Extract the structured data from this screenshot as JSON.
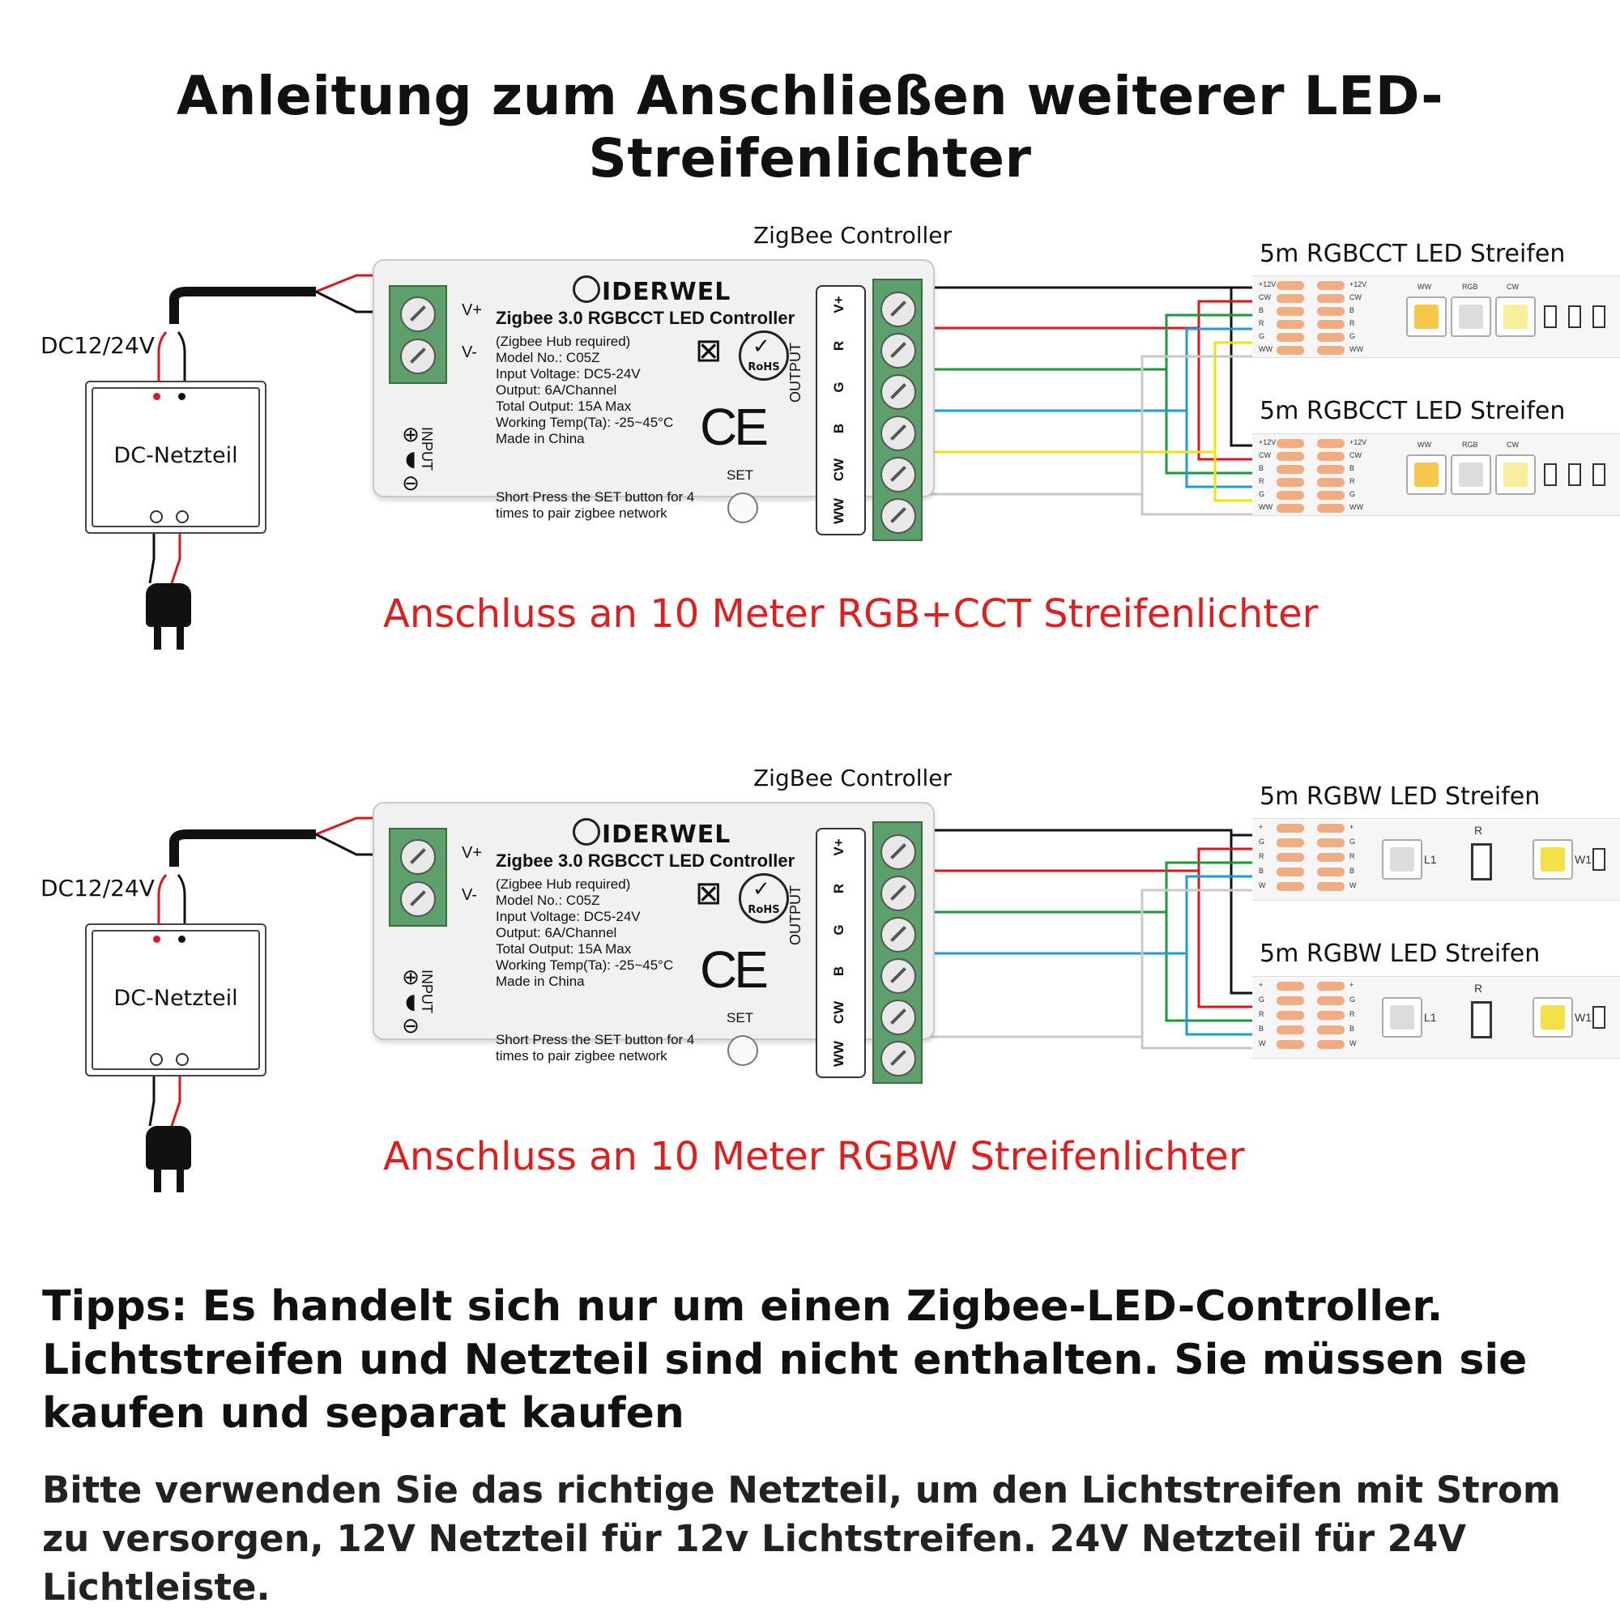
{
  "title": "Anleitung zum Anschließen weiterer LED-Streifenlichter",
  "diagrams": [
    {
      "controller_label": "ZigBee Controller",
      "psu_voltage": "DC12/24V",
      "psu_label": "DC-Netzteil",
      "strip_1_label": "5m RGBCCT LED Streifen",
      "strip_2_label": "5m RGBCCT LED Streifen",
      "caption": "Anschluss an 10 Meter RGB+CCT Streifenlichter",
      "strip_type": "rgbcct"
    },
    {
      "controller_label": "ZigBee Controller",
      "psu_voltage": "DC12/24V",
      "psu_label": "DC-Netzteil",
      "strip_1_label": "5m RGBW LED Streifen",
      "strip_2_label": "5m RGBW LED Streifen",
      "caption": "Anschluss an 10 Meter RGBW Streifenlichter",
      "strip_type": "rgbw"
    }
  ],
  "controller": {
    "brand": "IDERWEL",
    "product": "Zigbee 3.0 RGBCCT LED Controller",
    "specs": [
      "(Zigbee Hub required)",
      "Model No.: C05Z",
      "Input Voltage: DC5-24V",
      "Output: 6A/Channel",
      "Total Output: 15A Max",
      "Working Temp(Ta): -25~45°C",
      "Made in China"
    ],
    "pair_line_1": "Short Press the SET button for 4",
    "pair_line_2": "times to pair zigbee network",
    "set_label": "SET",
    "input_word": "INPUT",
    "output_word": "OUTPUT",
    "v_plus": "V+",
    "v_minus": "V-",
    "rohs": "RoHS",
    "ce": "CE",
    "output_terminals": [
      "V+",
      "R",
      "G",
      "B",
      "CW",
      "WW"
    ]
  },
  "strip_pads_rgbcct": [
    "+12V",
    "CW",
    "B",
    "R",
    "G",
    "WW"
  ],
  "strip_leds_rgbcct": [
    "WW",
    "RGB",
    "CW"
  ],
  "strip_pads_rgbw": [
    "+",
    "G",
    "R",
    "B",
    "W"
  ],
  "strip_leds_rgbw": [
    "L1",
    "R",
    "W1"
  ],
  "wire_colors": {
    "vplus": "#111111",
    "red": "#e0141c",
    "green": "#1a9a3a",
    "blue": "#1e9ae0",
    "yellow": "#f1e20a",
    "white": "#c8c8c8"
  },
  "tips": "Tipps: Es handelt sich nur um einen Zigbee-LED-Controller. Lichtstreifen und Netzteil sind nicht enthalten. Sie müssen sie kaufen und separat kaufen",
  "note": "Bitte verwenden Sie das richtige Netzteil, um den Lichtstreifen mit Strom zu versorgen, 12V Netzteil für 12v Lichtstreifen. 24V Netzteil für 24V Lichtleiste."
}
